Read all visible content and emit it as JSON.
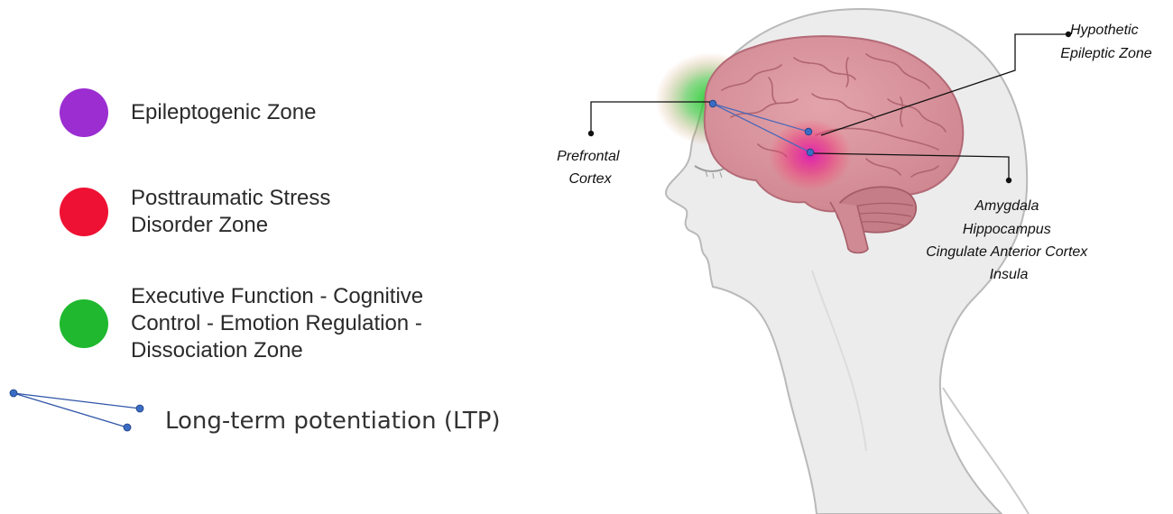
{
  "legend": {
    "items": [
      {
        "id": "epileptogenic",
        "label_lines": [
          "Epileptogenic Zone"
        ],
        "color": "#9b2dd1"
      },
      {
        "id": "ptsd",
        "label_lines": [
          "Posttraumatic Stress",
          "Disorder Zone"
        ],
        "color": "#ee1133"
      },
      {
        "id": "executive",
        "label_lines": [
          "Executive Function - Cognitive",
          "Control - Emotion Regulation -",
          "Dissociation Zone"
        ],
        "color": "#1fb82e"
      }
    ],
    "ltp_label": "Long-term potentiation (LTP)",
    "ltp_color": "#2f55a8"
  },
  "annotations": {
    "hypothetic": [
      "Hypothetic",
      "Epileptic Zone"
    ],
    "prefrontal": [
      "Prefrontal",
      "Cortex"
    ],
    "amygdala": [
      "Amygdala",
      "Hippocampus",
      "Cingulate Anterior Cortex",
      "Insula"
    ]
  },
  "colors": {
    "skin": "#ececec",
    "skin_outline": "#b9b9b9",
    "brain": "#d9909a",
    "brain_outline": "#b36a76",
    "cerebellum": "#c07882",
    "connector": "#4a69b8",
    "node": "#3b6cc4"
  }
}
